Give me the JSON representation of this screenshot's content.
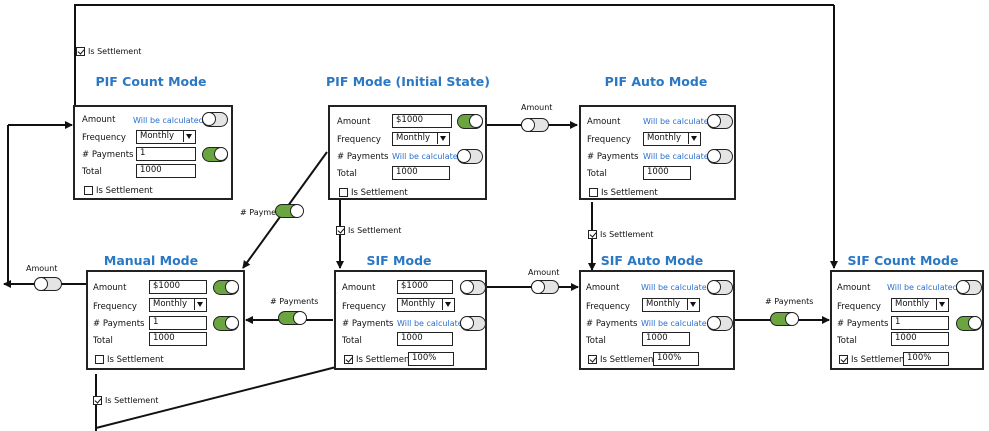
{
  "labels": {
    "amount": "Amount",
    "frequency": "Frequency",
    "payments": "# Payments",
    "total": "Total",
    "is_settlement": "Is Settlement",
    "will_be_calculated": "Will be calculated",
    "monthly": "Monthly",
    "amount_value": "$1000",
    "payments_value": "1",
    "total_value": "1000",
    "percent_value": "100%"
  },
  "titles": {
    "pif_count": "PIF Count Mode",
    "pif_initial": "PIF Mode (Initial State)",
    "pif_auto": "PIF Auto Mode",
    "manual": "Manual Mode",
    "sif": "SIF Mode",
    "sif_auto": "SIF Auto Mode",
    "sif_count": "SIF Count Mode"
  },
  "connectors": {
    "is_settlement": "Is Settlement",
    "amount": "Amount",
    "payments": "# Payments"
  },
  "colors": {
    "title": "#2a78c4",
    "calculated": "#2a6fd1",
    "toggle_on": "#6aa53f",
    "toggle_off": "#e4e4e4"
  }
}
